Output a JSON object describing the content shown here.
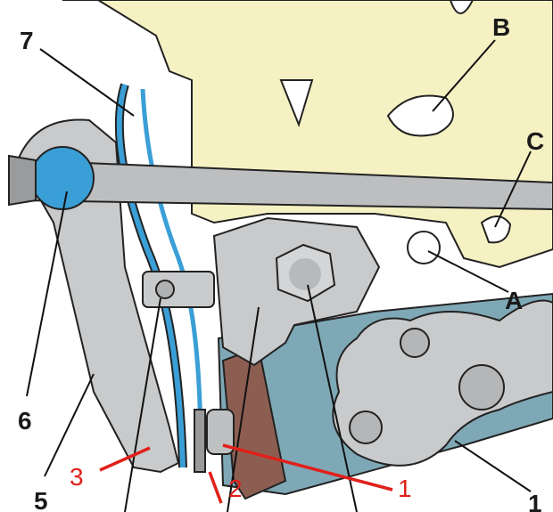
{
  "labels": {
    "seven": "7",
    "b": "B",
    "c": "C",
    "a": "A",
    "six": "6",
    "five": "5",
    "three": "3",
    "two": "2",
    "one_red": "1",
    "one_black": "1"
  },
  "colors": {
    "plate": "#f6f1c3",
    "metal": "#c9cacb",
    "blue": "#3a9fd6",
    "bracket": "#7fa8b6",
    "pad": "#8c5e52",
    "red_label": "#e0201a"
  }
}
